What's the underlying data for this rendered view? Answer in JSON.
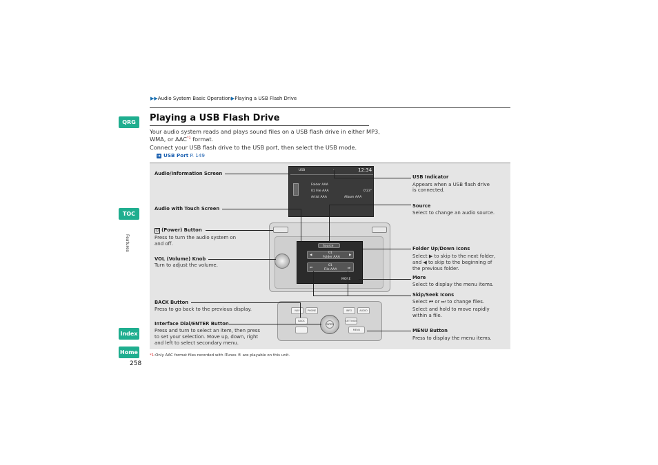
{
  "side_buttons": {
    "qrg": "QRG",
    "toc": "TOC",
    "index": "Index",
    "home": "Home"
  },
  "section_vertical": "Features",
  "breadcrumb": {
    "item1": "Audio System Basic Operation",
    "item2": "Playing a USB Flash Drive"
  },
  "title": "Playing a USB Flash Drive",
  "intro": {
    "line1": "Your audio system reads and plays sound files on a USB flash drive in either MP3,",
    "line2a": "WMA, or AAC",
    "sup": "*1",
    "line2b": " format.",
    "line3": "Connect your USB flash drive to the USB port, then select the USB mode."
  },
  "link": {
    "label": "USB Port",
    "page": "P. 149"
  },
  "callouts": {
    "audio_info_screen": "Audio/Information Screen",
    "audio_touch_screen": "Audio with Touch Screen",
    "power_label": "(Power) Button",
    "power_desc1": "Press to turn the audio system on",
    "power_desc2": "and off.",
    "vol_label": "VOL (Volume) Knob",
    "vol_desc": "Turn to adjust the volume.",
    "back_label": "BACK Button",
    "back_desc": "Press to go back to the previous display.",
    "dial_label": "Interface Dial/ENTER Button",
    "dial_desc1": "Press and turn to select an item, then press",
    "dial_desc2": "to set your selection. Move up, down, right",
    "dial_desc3": "and left to select secondary menu.",
    "usb_ind_label": "USB Indicator",
    "usb_ind_desc1": "Appears when a USB flash drive",
    "usb_ind_desc2": "is connected.",
    "source_label": "Source",
    "source_desc": "Select to change an audio source.",
    "folder_label": "Folder Up/Down Icons",
    "folder_desc1a": "Select",
    "folder_desc1b": "to skip to the next folder,",
    "folder_desc2a": "and",
    "folder_desc2b": "to skip to the beginning of",
    "folder_desc3": "the previous folder.",
    "more_label": "More",
    "more_desc": "Select to display the menu items.",
    "skip_label": "Skip/Seek Icons",
    "skip_desc1a": "Select",
    "skip_desc1b": "or",
    "skip_desc1c": "to change files.",
    "skip_desc2": "Select and hold to move rapidly",
    "skip_desc3": "within a file.",
    "menu_label": "MENU Button",
    "menu_desc": "Press to display the menu items."
  },
  "screen": {
    "mode": "USB",
    "time": "12:34",
    "row1": "Folder AAA",
    "row2": "01 File AAA",
    "row3": "Artist AAA",
    "row3b": "Album AAA",
    "elapsed": "0'23\"",
    "touch_source": "Source",
    "touch_folder_num": "01",
    "touch_folder": "Folder AAA",
    "touch_file_num": "01",
    "touch_file": "File AAA",
    "touch_more": "MORE"
  },
  "console_buttons": {
    "nav": "NAV",
    "phone": "PHONE",
    "info": "INFO",
    "audio": "AUDIO",
    "back": "BACK",
    "menu": "MENU",
    "enter": "ENTER",
    "setting": "SETTINGS"
  },
  "footnote": {
    "mark": "*1",
    "text": ":Only AAC format files recorded with iTunes ® are playable on this unit."
  },
  "page_number": "258"
}
